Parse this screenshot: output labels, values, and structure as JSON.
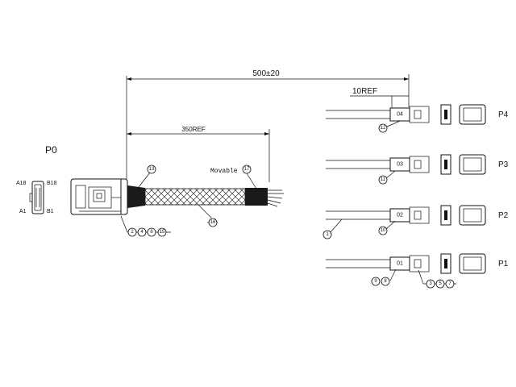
{
  "dimensions": {
    "overall": "500±20",
    "braid": "350REF",
    "breakout": "10REF"
  },
  "connector_p0": {
    "label": "P0",
    "pins": {
      "top_left": "A18",
      "top_right": "B18",
      "bottom_left": "A1",
      "bottom_right": "B1"
    }
  },
  "movable_label": "Movable",
  "callouts": {
    "main_housing": [
      "2",
      "4",
      "6",
      "15"
    ],
    "heatshrink": "13",
    "braid_sleeve": "16",
    "movable_mark": "17",
    "wire": "1",
    "p1_marker": [
      "9",
      "8"
    ],
    "p1_connector": [
      "3",
      "5",
      "7"
    ],
    "p2_marker": "10",
    "p3_marker": "11",
    "p4_marker": "12"
  },
  "ports": [
    {
      "name": "P4",
      "tag": "04"
    },
    {
      "name": "P3",
      "tag": "03"
    },
    {
      "name": "P2",
      "tag": "02"
    },
    {
      "name": "P1",
      "tag": "01"
    }
  ]
}
